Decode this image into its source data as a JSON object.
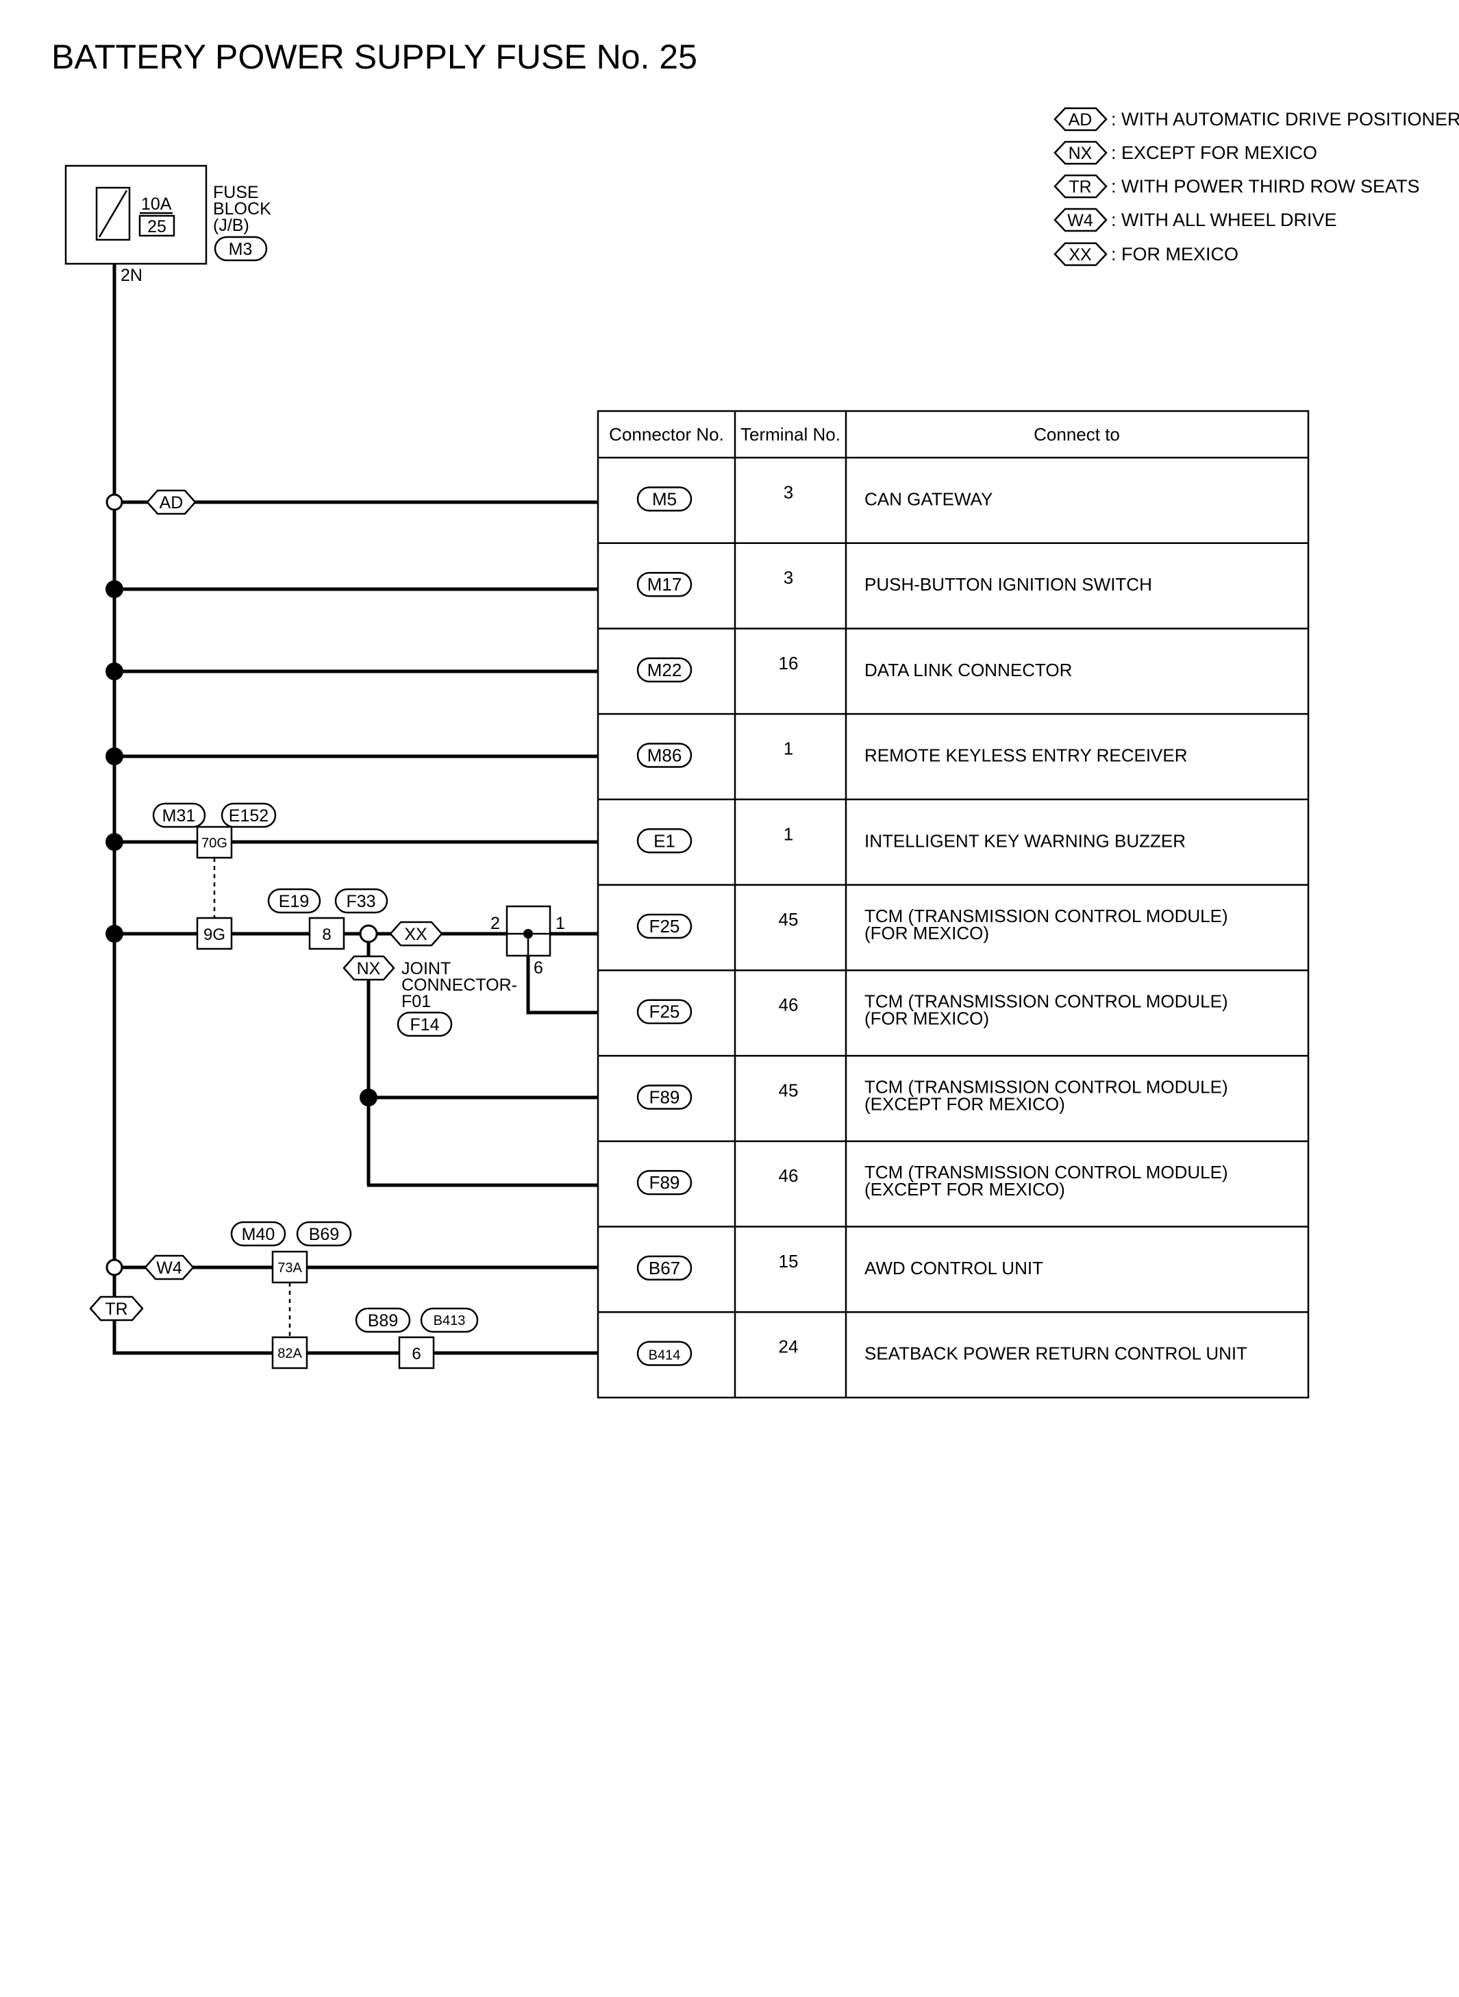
{
  "title": "BATTERY POWER SUPPLY FUSE No. 25",
  "fuse": {
    "rating": "10A",
    "number": "25",
    "block_label_1": "FUSE",
    "block_label_2": "BLOCK",
    "block_label_3": "(J/B)",
    "connector": "M3",
    "terminal": "2N"
  },
  "legend": [
    {
      "code": "AD",
      "text": ": WITH AUTOMATIC DRIVE POSITIONER"
    },
    {
      "code": "NX",
      "text": ": EXCEPT FOR MEXICO"
    },
    {
      "code": "TR",
      "text": ": WITH POWER THIRD ROW SEATS"
    },
    {
      "code": "W4",
      "text": ": WITH ALL WHEEL DRIVE"
    },
    {
      "code": "XX",
      "text": ": FOR MEXICO"
    }
  ],
  "table": {
    "headers": [
      "Connector No.",
      "Terminal No.",
      "Connect to"
    ],
    "rows": [
      {
        "connector": "M5",
        "terminal": "3",
        "connect_to": [
          "CAN GATEWAY"
        ]
      },
      {
        "connector": "M17",
        "terminal": "3",
        "connect_to": [
          "PUSH-BUTTON IGNITION SWITCH"
        ]
      },
      {
        "connector": "M22",
        "terminal": "16",
        "connect_to": [
          "DATA LINK CONNECTOR"
        ]
      },
      {
        "connector": "M86",
        "terminal": "1",
        "connect_to": [
          "REMOTE KEYLESS ENTRY RECEIVER"
        ]
      },
      {
        "connector": "E1",
        "terminal": "1",
        "connect_to": [
          "INTELLIGENT KEY WARNING BUZZER"
        ]
      },
      {
        "connector": "F25",
        "terminal": "45",
        "connect_to": [
          "TCM (TRANSMISSION CONTROL MODULE)",
          "(FOR MEXICO)"
        ]
      },
      {
        "connector": "F25",
        "terminal": "46",
        "connect_to": [
          "TCM (TRANSMISSION CONTROL MODULE)",
          "(FOR MEXICO)"
        ]
      },
      {
        "connector": "F89",
        "terminal": "45",
        "connect_to": [
          "TCM (TRANSMISSION CONTROL MODULE)",
          "(EXCEPT FOR MEXICO)"
        ]
      },
      {
        "connector": "F89",
        "terminal": "46",
        "connect_to": [
          "TCM (TRANSMISSION CONTROL MODULE)",
          "(EXCEPT FOR MEXICO)"
        ]
      },
      {
        "connector": "B67",
        "terminal": "15",
        "connect_to": [
          "AWD CONTROL UNIT"
        ]
      },
      {
        "connector": "B414",
        "terminal": "24",
        "connect_to": [
          "SEATBACK POWER RETURN CONTROL UNIT"
        ]
      }
    ]
  },
  "wiring": {
    "tag_ad": "AD",
    "tag_xx": "XX",
    "tag_nx": "NX",
    "tag_w4": "W4",
    "tag_tr": "TR",
    "harness_m31": "M31",
    "harness_e152": "E152",
    "harness_e19": "E19",
    "harness_f33": "F33",
    "harness_m40": "M40",
    "harness_b69": "B69",
    "harness_b89": "B89",
    "harness_b413": "B413",
    "pin_70g": "70G",
    "pin_9g": "9G",
    "pin_8": "8",
    "pin_73a": "73A",
    "pin_82a": "82A",
    "pin_6": "6",
    "joint_label_1": "JOINT",
    "joint_label_2": "CONNECTOR-",
    "joint_label_3": "F01",
    "joint_connector": "F14",
    "joint_pin_2": "2",
    "joint_pin_1": "1",
    "joint_pin_6": "6"
  }
}
